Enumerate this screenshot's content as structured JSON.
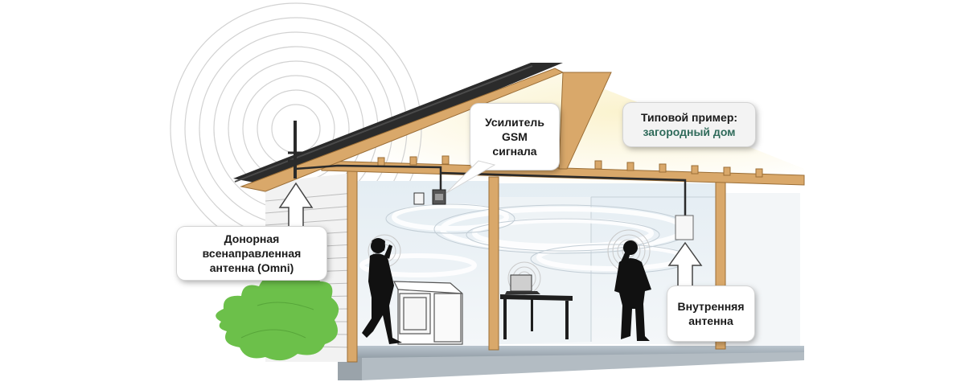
{
  "callouts": {
    "amplifier": {
      "lines": [
        "Усилитель",
        "GSM",
        "сигнала"
      ]
    },
    "typical": {
      "title": "Типовой пример:",
      "subtitle": "загородный дом"
    },
    "donor": {
      "lines": [
        "Донорная",
        "всенаправленная",
        "антенна (Omni)"
      ]
    },
    "inner": {
      "lines": [
        "Внутренняя",
        "антенна"
      ]
    }
  },
  "colors": {
    "accent_text": "#2f6a5a",
    "bush": "#6cc04a",
    "wall_timber": "#d9a86a",
    "roof": "#2a2a2a",
    "signal_waves": "#c9d3dc"
  }
}
